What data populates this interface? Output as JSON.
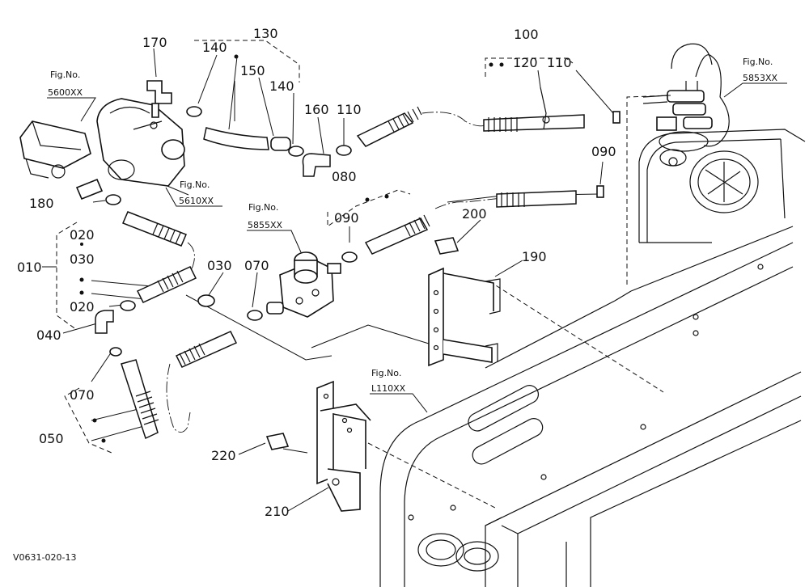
{
  "labels": {
    "p010": "010",
    "p020a": "020",
    "p020b": "020",
    "p030a": "030",
    "p030b": "030",
    "p040": "040",
    "p050": "050",
    "p070a": "070",
    "p070b": "070",
    "p080": "080",
    "p090a": "090",
    "p090b": "090",
    "p100": "100",
    "p110a": "110",
    "p110b": "110",
    "p120": "120",
    "p130": "130",
    "p140a": "140",
    "p140b": "140",
    "p150": "150",
    "p160": "160",
    "p170": "170",
    "p180": "180",
    "p190": "190",
    "p200": "200",
    "p210": "210",
    "p220": "220"
  },
  "refs": {
    "r5600_top": "Fig.No.",
    "r5600_bot": "5600XX",
    "r5610_top": "Fig.No.",
    "r5610_bot": "5610XX",
    "r5855_top": "Fig.No.",
    "r5855_bot": "5855XX",
    "r5853_top": "Fig.No.",
    "r5853_bot": "5853XX",
    "rL110_top": "Fig.No.",
    "rL110_bot": "L110XX"
  },
  "footer": {
    "code": "V0631-020-13"
  }
}
